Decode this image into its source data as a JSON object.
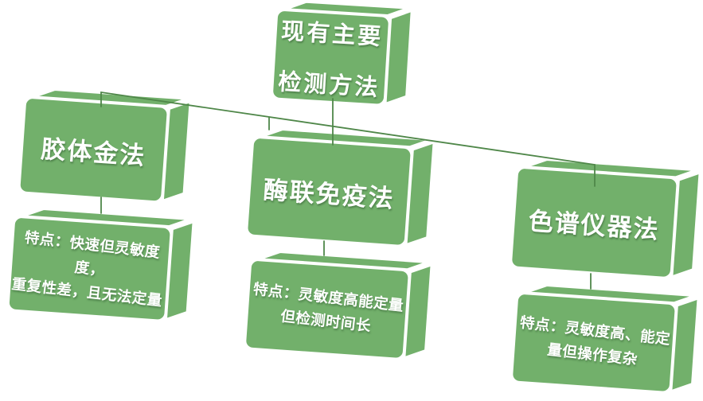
{
  "title_box": {
    "line1": "现有主要",
    "line2": "检测方法"
  },
  "branches": [
    {
      "title": "胶体金法",
      "detail_line1": "特点：快速但灵敏度度，",
      "detail_line2": "重复性差，且无法定量"
    },
    {
      "title": "酶联免疫法",
      "detail_line1": "特点：灵敏度高能定量",
      "detail_line2": "但检测时间长"
    },
    {
      "title": "色谱仪器法",
      "detail_line1": "特点：灵敏度高、能定",
      "detail_line2": "量但操作复杂"
    }
  ],
  "colors": {
    "box_fill": "#72b06b",
    "connector_line": "#4f8749",
    "text": "#ffffff",
    "background": "#ffffff"
  }
}
